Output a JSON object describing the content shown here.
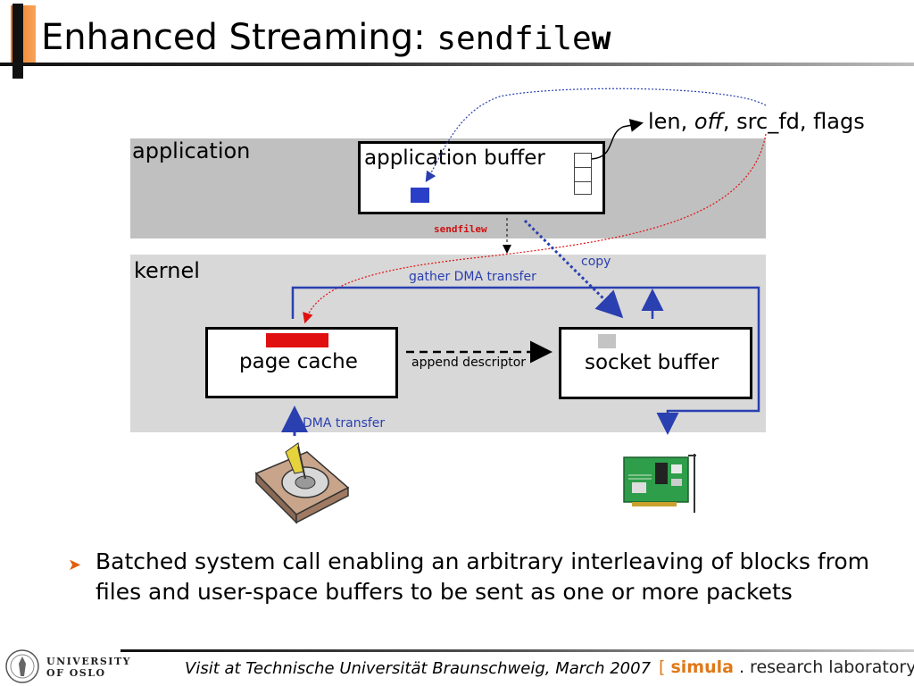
{
  "slide": {
    "title_text": "Enhanced Streaming: ",
    "title_code": "sendfile",
    "title_code_bold": "w"
  },
  "diagram": {
    "application_label": "application",
    "kernel_label": "kernel",
    "application_buffer_label": "application buffer",
    "page_cache_label": "page cache",
    "socket_buffer_label": "socket buffer",
    "sendfilew_label": "sendfilew",
    "args": {
      "len": "len, ",
      "off": "off",
      "rest": ",  src_fd, flags"
    },
    "copy_label": "copy",
    "gather_dma_label": "gather DMA transfer",
    "append_descriptor_label": "append descriptor",
    "dma_transfer_label": "DMA transfer",
    "colors": {
      "application_region": "#c0c0c0",
      "kernel_region": "#d8d8d8",
      "blue": "#2a3fb0",
      "red": "#e01010"
    }
  },
  "bullet": {
    "text": "Batched system call enabling an arbitrary interleaving of blocks from files and user-space buffers to be sent as one or more packets"
  },
  "footer": {
    "university_line1": "UNIVERSITY",
    "university_line2": "OF OSLO",
    "event": "Visit at Technische Universität Braunschweig, March 2007",
    "simula_open": "[ ",
    "simula_brand": "simula",
    "simula_rest": " . research laboratory ",
    "simula_close": "]"
  }
}
